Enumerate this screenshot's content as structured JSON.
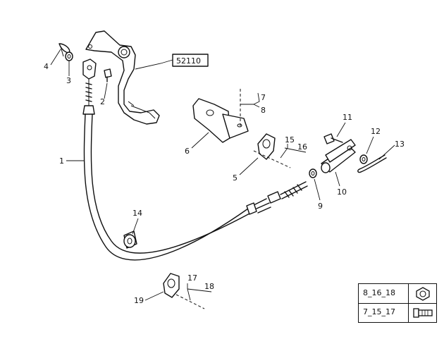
{
  "ref_box": {
    "label": "52110"
  },
  "callouts": [
    "1",
    "2",
    "3",
    "4",
    "5",
    "6",
    "7",
    "8",
    "9",
    "10",
    "11",
    "12",
    "13",
    "14",
    "15",
    "16",
    "17",
    "18",
    "19"
  ],
  "legend": {
    "rows": [
      {
        "text": "8_16_18",
        "icon": "hex-nut-icon"
      },
      {
        "text": "7_15_17",
        "icon": "bolt-icon"
      }
    ]
  }
}
